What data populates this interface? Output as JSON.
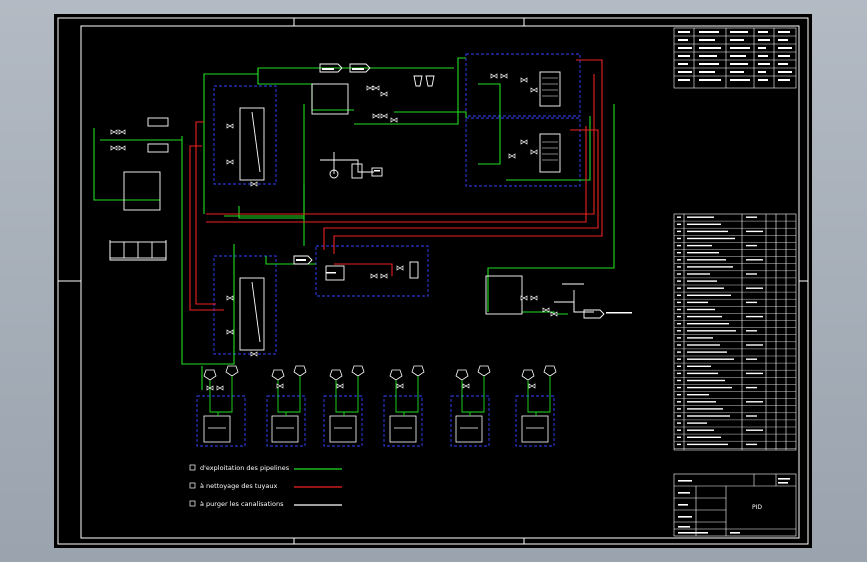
{
  "colors": {
    "background": "#000000",
    "frame": "#ffffff",
    "supply_line": "#22dd22",
    "cleaning_line": "#ee2222",
    "purge_line": "#ffffff",
    "dashed_box": "#3344ff",
    "viewport_bg": "#a9b1bb"
  },
  "legend": {
    "items": [
      {
        "label": "d'exploitation des pipelines",
        "color": "#22dd22"
      },
      {
        "label": "à nettoyage des tuyaux",
        "color": "#ee2222"
      },
      {
        "label": "à purger les canalisations",
        "color": "#ffffff"
      }
    ]
  },
  "title_block": {
    "drawing_code": "PID"
  }
}
